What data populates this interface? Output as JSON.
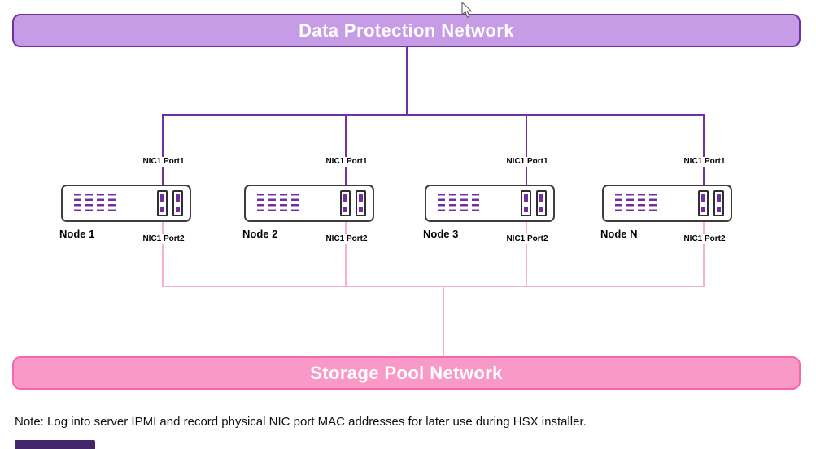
{
  "top_network": {
    "label": "Data Protection Network"
  },
  "bottom_network": {
    "label": "Storage Pool Network"
  },
  "nodes": [
    {
      "name": "Node 1",
      "port1_label": "NIC1 Port1",
      "port2_label": "NIC1 Port2"
    },
    {
      "name": "Node 2",
      "port1_label": "NIC1 Port1",
      "port2_label": "NIC1 Port2"
    },
    {
      "name": "Node 3",
      "port1_label": "NIC1 Port1",
      "port2_label": "NIC1 Port2"
    },
    {
      "name": "Node N",
      "port1_label": "NIC1 Port1",
      "port2_label": "NIC1 Port2"
    }
  ],
  "note": "Note: Log into server IPMI and record physical NIC port MAC addresses for later use during HSX installer.",
  "colors": {
    "top_fill": "#C79CE6",
    "top_border": "#7030A0",
    "purple_line": "#7030A0",
    "bottom_fill": "#F899C7",
    "bottom_border": "#F668AD",
    "pink_line": "#F9AFD2",
    "vent_color": "#7030A0",
    "node_border": "#3D3D3D",
    "chip_color": "#44266B"
  }
}
